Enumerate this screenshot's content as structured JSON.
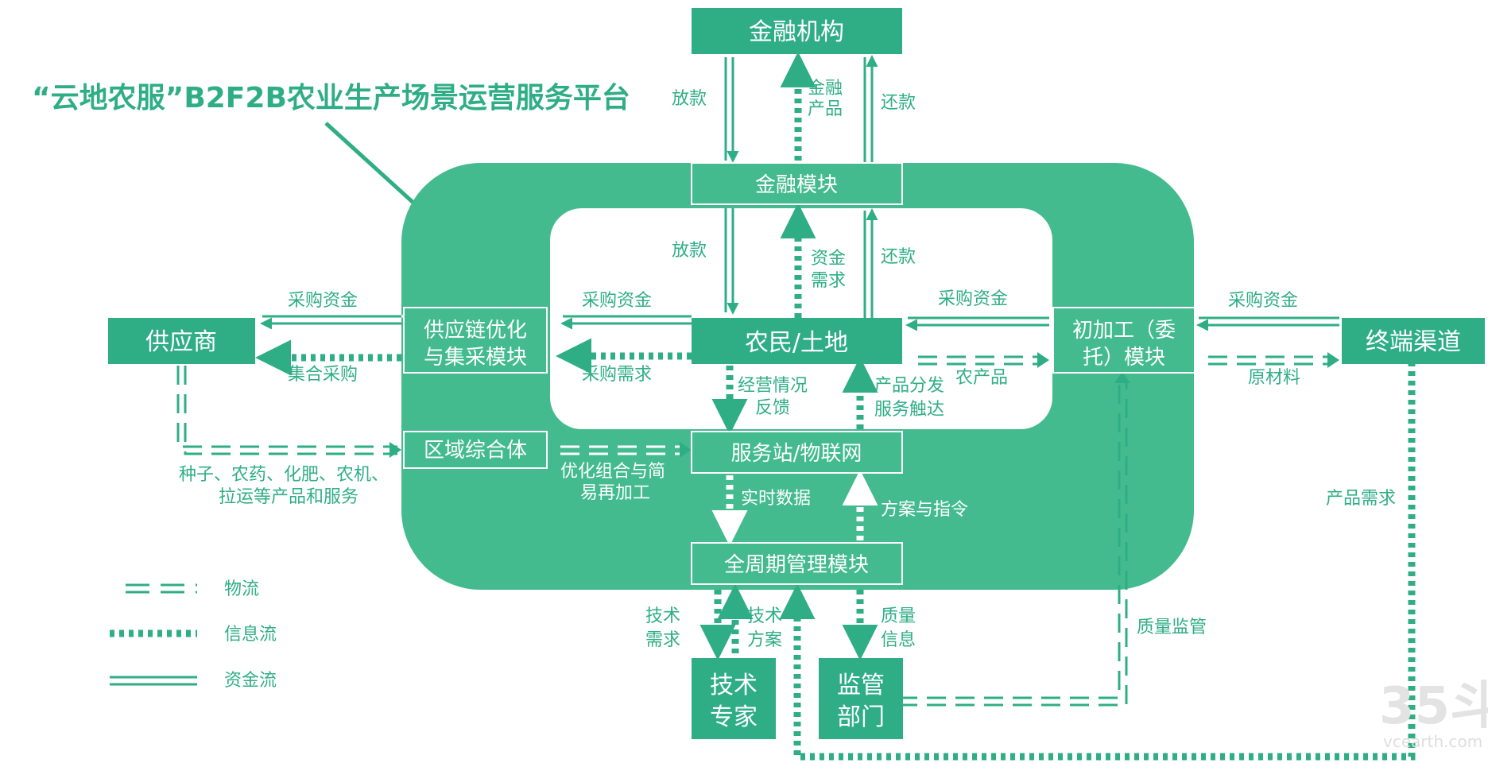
{
  "title": "“云地农服”B2F2B农业生产场景运营服务平台",
  "colors": {
    "green": "#2fae85",
    "platform": "#43bb8f",
    "white": "#ffffff"
  },
  "nodes": {
    "financial_institution": "金融机构",
    "finance_module": "金融模块",
    "farmer_land": "农民/土地",
    "supply_chain_l1": "供应链优化",
    "supply_chain_l2": "与集采模块",
    "supplier": "供应商",
    "processing_l1": "初加工（委",
    "processing_l2": "托）模块",
    "terminal_channel": "终端渠道",
    "regional_complex": "区域综合体",
    "service_station": "服务站/物联网",
    "lifecycle_module": "全周期管理模块",
    "tech_expert_l1": "技术",
    "tech_expert_l2": "专家",
    "regulator_l1": "监管",
    "regulator_l2": "部门"
  },
  "labels": {
    "loan_top": "放款",
    "fin_product_l1": "金融",
    "fin_product_l2": "产品",
    "repay_top": "还款",
    "loan_inner": "放款",
    "fund_demand_l1": "资金",
    "fund_demand_l2": "需求",
    "repay_inner": "还款",
    "purchase_fund_supplier": "采购资金",
    "group_purchase": "集合采购",
    "purchase_fund_farmer": "采购资金",
    "purchase_demand": "采购需求",
    "purchase_fund_processing": "采购资金",
    "purchase_fund_terminal": "采购资金",
    "agri_products": "农产品",
    "raw_materials": "原材料",
    "operation_feedback_l1": "经营情况",
    "operation_feedback_l2": "反馈",
    "product_dist_l1": "产品分发",
    "product_dist_l2": "服务触达",
    "seeds_l1": "种子、农药、化肥、农机、",
    "seeds_l2": "拉运等产品和服务",
    "optimize_l1": "优化组合与简",
    "optimize_l2": "易再加工",
    "realtime_data": "实时数据",
    "plan_instruction": "方案与指令",
    "tech_demand_l1": "技术",
    "tech_demand_l2": "需求",
    "tech_solution_l1": "技术",
    "tech_solution_l2": "方案",
    "quality_info_l1": "质量",
    "quality_info_l2": "信息",
    "quality_supervision": "质量监管",
    "product_demand": "产品需求"
  },
  "legend": {
    "logistics": "物流",
    "information": "信息流",
    "capital": "资金流"
  },
  "watermark": {
    "big": "35斗",
    "small": "vcearth.com"
  }
}
